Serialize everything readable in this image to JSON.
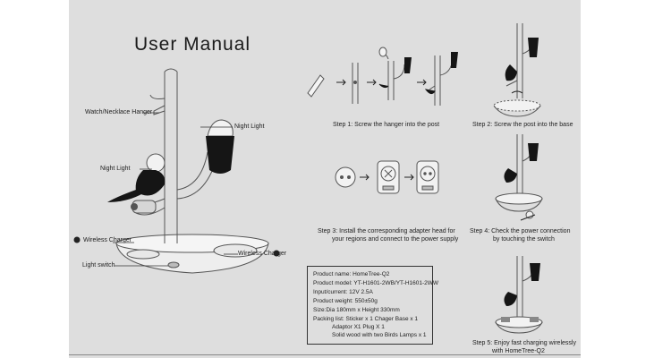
{
  "title": "User Manual",
  "labels": {
    "watch_hanger": "Watch/Necklace Hanger",
    "night_light_right": "Night Light",
    "night_light_left": "Night Light",
    "wireless_left": "Wireless Charger",
    "wireless_right": "Wireless Charger",
    "light_switch": "Light switch"
  },
  "steps": {
    "step1": "Step 1: Screw the hanger into the post",
    "step2": "Step 2: Screw the post into the base",
    "step3_line1": "Step 3: Install the corresponding adapter head for",
    "step3_line2": "your regions and connect to the power supply",
    "step4_line1": "Step 4: Check the power connection",
    "step4_line2": "by touching the switch",
    "step5_line1": "Step 5: Enjoy fast charging wirelessly",
    "step5_line2": "with HomeTree-Q2"
  },
  "specs": {
    "product_name": "Product name: HomeTree-Q2",
    "product_model": "Product model: YT-H1601-2WB/YT-H1601-2WW",
    "input_current": "Input/current: 12V 2.5A",
    "product_weight": "Product weight: 550±50g",
    "size": "Size:Dia 180mm x Height 330mm",
    "packing_line1": "Packing list:  Sticker x 1        Chager Base x 1",
    "packing_line2": "Adaptor X1        Plug X 1",
    "packing_line3": "Solid wood with two Birds Lamps x 1"
  }
}
